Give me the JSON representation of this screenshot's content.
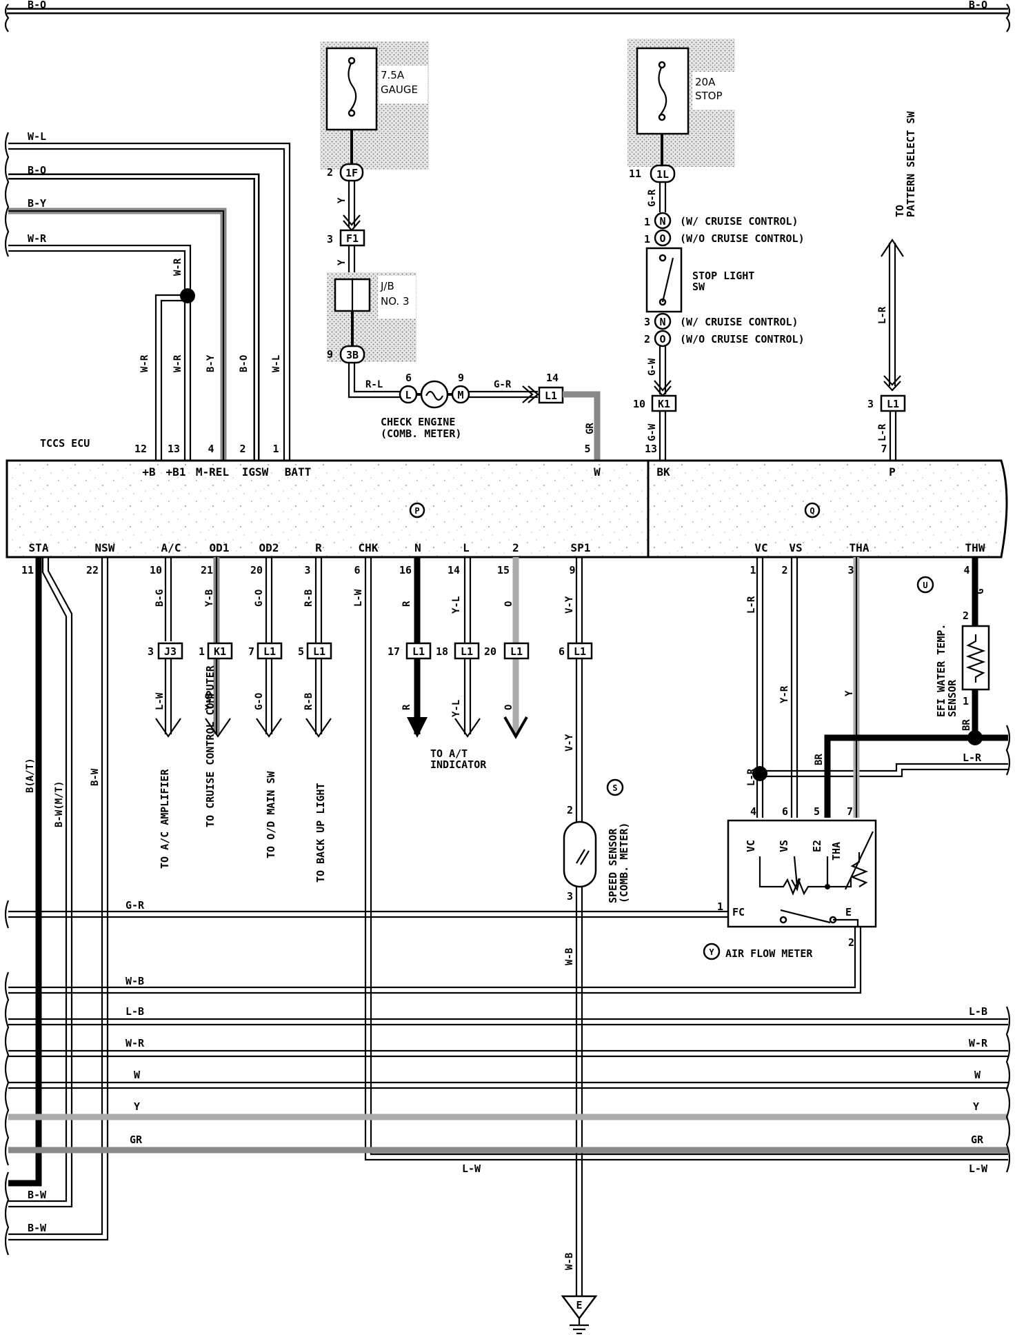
{
  "top_bus": {
    "left": "B-O",
    "right": "B-O"
  },
  "fuse_gauge": {
    "rating": "7.5A",
    "name": "GAUGE"
  },
  "fuse_stop": {
    "rating": "20A",
    "name": "STOP"
  },
  "jb": {
    "name": "J/B",
    "no": "NO. 3"
  },
  "connectors": {
    "c1f": {
      "pin": "2",
      "id": "1F"
    },
    "cf1": {
      "pin": "3",
      "id": "F1"
    },
    "c3b": {
      "pin": "9",
      "id": "3B"
    },
    "c1l": {
      "pin": "11",
      "id": "1L"
    },
    "cn1": {
      "pin": "1",
      "id": "N",
      "note": "(W/ CRUISE CONTROL)"
    },
    "co1": {
      "pin": "1",
      "id": "O",
      "note": "(W/O CRUISE CONTROL)"
    },
    "cn3": {
      "pin": "3",
      "id": "N",
      "note": "(W/ CRUISE CONTROL)"
    },
    "co2": {
      "pin": "2",
      "id": "O",
      "note": "(W/O CRUISE CONTROL)"
    },
    "ck1_top": {
      "pin": "10",
      "id": "K1"
    },
    "cl1_top": {
      "pin": "3",
      "id": "L1"
    },
    "cl1_check": {
      "pin": "14",
      "id": "L1"
    }
  },
  "stop_light_sw": {
    "line1": "STOP LIGHT",
    "line2": "SW"
  },
  "to_pattern": {
    "line1": "TO",
    "line2": "PATTERN SELECT SW"
  },
  "check_engine": {
    "line1": "CHECK ENGINE",
    "line2": "(COMB. METER)",
    "pin_l": "6",
    "letter_l": "L",
    "pin_m": "9",
    "letter_m": "M"
  },
  "wires": {
    "y1": "Y",
    "y2": "Y",
    "rl": "R-L",
    "gr_check": "G-R",
    "gr_down": "GR",
    "gr_stop": "G-R",
    "gw1": "G-W",
    "gw2": "G-W",
    "lr_up": "L-R",
    "lr_down": "L-R",
    "wr1": "W-R",
    "wr2": "W-R",
    "by": "B-Y",
    "bo": "B-O",
    "wl": "W-L"
  },
  "left_bus": [
    {
      "label": "W-L"
    },
    {
      "label": "B-O"
    },
    {
      "label": "B-Y"
    },
    {
      "label": "W-R"
    }
  ],
  "ecu": {
    "name": "TCCS ECU",
    "section_p": "P",
    "section_q": "Q",
    "top_pins": [
      {
        "num": "12",
        "name": "+B"
      },
      {
        "num": "13",
        "name": "+B1"
      },
      {
        "num": "4",
        "name": "M-REL"
      },
      {
        "num": "2",
        "name": "IGSW"
      },
      {
        "num": "1",
        "name": "BATT"
      },
      {
        "num": "5",
        "name": "W"
      },
      {
        "num": "13",
        "name": "BK"
      },
      {
        "num": "7",
        "name": "P"
      }
    ],
    "bottom_pins": [
      {
        "num": "11",
        "name": "STA"
      },
      {
        "num": "22",
        "name": "NSW"
      },
      {
        "num": "10",
        "name": "A/C"
      },
      {
        "num": "21",
        "name": "OD1"
      },
      {
        "num": "20",
        "name": "OD2"
      },
      {
        "num": "3",
        "name": "R"
      },
      {
        "num": "6",
        "name": "CHK"
      },
      {
        "num": "16",
        "name": "N"
      },
      {
        "num": "14",
        "name": "L"
      },
      {
        "num": "15",
        "name": "2"
      },
      {
        "num": "9",
        "name": "SP1"
      },
      {
        "num": "1",
        "name": "VC"
      },
      {
        "num": "2",
        "name": "VS"
      },
      {
        "num": "3",
        "name": "THA"
      },
      {
        "num": "4",
        "name": "THW"
      }
    ]
  },
  "outputs": [
    {
      "wire_up": "B-G",
      "pin": "3",
      "conn": "J3",
      "wire_down": "L-W",
      "dest": "TO A/C AMPLIFIER"
    },
    {
      "wire_up": "Y-B",
      "pin": "1",
      "conn": "K1",
      "wire_down": "Y-B",
      "dest": "TO CRUISE CONTROL COMPUTER"
    },
    {
      "wire_up": "G-O",
      "pin": "7",
      "conn": "L1",
      "wire_down": "G-O",
      "dest": "TO O/D MAIN SW"
    },
    {
      "wire_up": "R-B",
      "pin": "5",
      "conn": "L1",
      "wire_down": "R-B",
      "dest": "TO BACK UP LIGHT"
    },
    {
      "wire_up": "R",
      "pin": "17",
      "conn": "L1",
      "wire_down": "R"
    },
    {
      "wire_up": "Y-L",
      "pin": "18",
      "conn": "L1",
      "wire_down": "Y-L"
    },
    {
      "wire_up": "O",
      "pin": "20",
      "conn": "L1",
      "wire_down": "O"
    },
    {
      "wire_up": "V-Y",
      "pin": "6",
      "conn": "L1",
      "wire_down": "V-Y"
    }
  ],
  "chk_wire": "L-W",
  "at_indicator": {
    "line1": "TO A/T",
    "line2": "INDICATOR"
  },
  "speed_sensor": {
    "id": "S",
    "line1": "SPEED SENSOR",
    "line2": "(COMB. METER)",
    "pin_top": "2",
    "pin_bot": "3",
    "wire": "W-B"
  },
  "water_temp": {
    "id": "U",
    "line1": "EFI WATER TEMP.",
    "line2": "SENSOR",
    "pin_top": "2",
    "pin_bot": "1",
    "wire_top": "G",
    "wire_bot": "BR"
  },
  "air_flow": {
    "id": "Y",
    "name": "AIR FLOW METER",
    "pins": [
      {
        "num": "4",
        "name": "VC"
      },
      {
        "num": "6",
        "name": "VS"
      },
      {
        "num": "5",
        "name": "E2"
      },
      {
        "num": "7",
        "name": "THA"
      }
    ],
    "fc": "FC",
    "e": "E",
    "fc_pin": "1",
    "e_pin": "2",
    "wire_vc": "L-R",
    "wire_vs": "Y-R",
    "wire_e2": "BR",
    "wire_tha": "Y",
    "wire_lr_right": "L-R"
  },
  "left_vertical": {
    "b_at": "B(A/T)",
    "bw_mt": "B-W(M/T)",
    "bw": "B-W"
  },
  "bottom_bus": [
    {
      "left": "G-R",
      "right": ""
    },
    {
      "left": "W-B",
      "right": ""
    },
    {
      "left": "L-B",
      "right": "L-B"
    },
    {
      "left": "W-R",
      "right": "W-R"
    },
    {
      "left": "W",
      "right": "W"
    },
    {
      "left": "Y",
      "right": "Y"
    },
    {
      "left": "GR",
      "right": "GR"
    },
    {
      "left": "",
      "right": "L-W",
      "mid": "L-W"
    },
    {
      "left": "B-W",
      "right": ""
    },
    {
      "left": "B-W",
      "right": ""
    }
  ],
  "ground": {
    "label": "E",
    "wire": "W-B"
  }
}
